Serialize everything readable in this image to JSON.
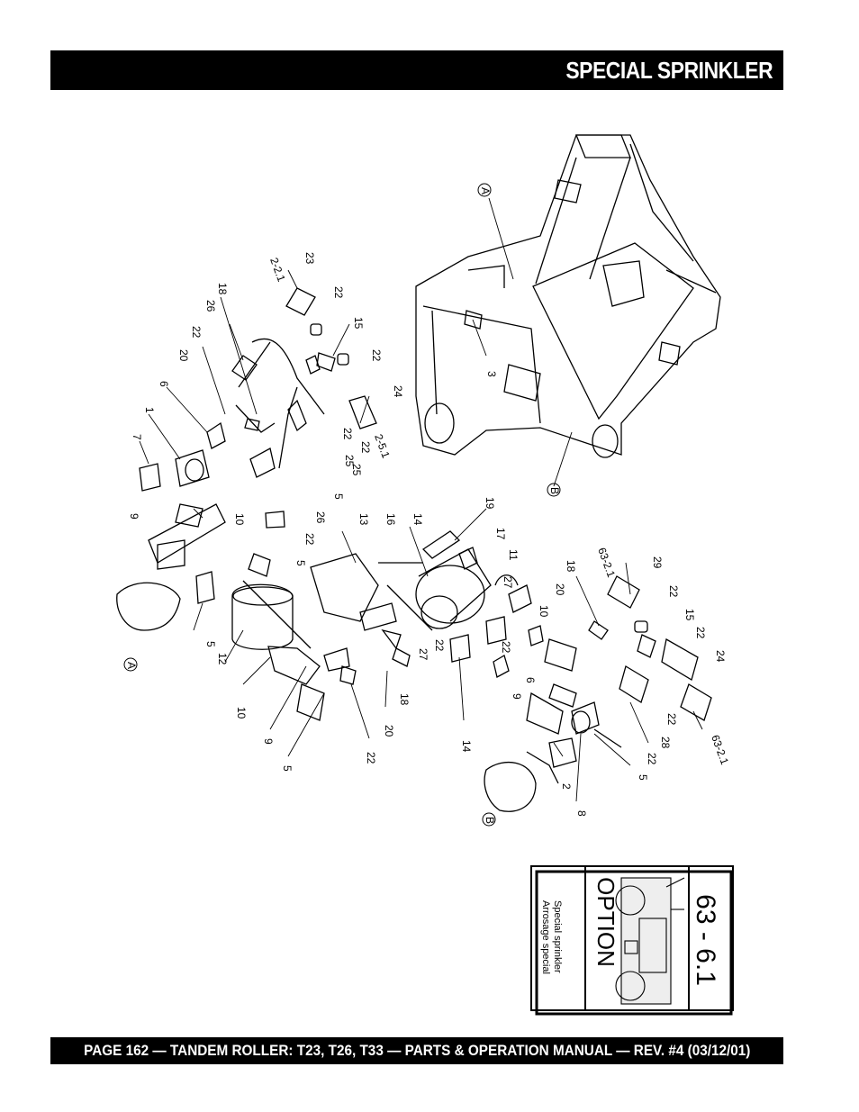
{
  "header": {
    "title": "SPECIAL SPRINKLER"
  },
  "footer": {
    "text": "PAGE 162 — TANDEM ROLLER: T23, T26, T33 — PARTS & OPERATION MANUAL — REV. #4 (03/12/01)"
  },
  "ref_box": {
    "section": "63 - 6.1",
    "option": "OPTION",
    "desc_en": "Special sprinkler",
    "desc_fr": "Arrosage special"
  },
  "callouts": {
    "c23": "23",
    "c221": "2-2.1",
    "c22a": "22",
    "c15a": "15",
    "c22b": "22",
    "c24a": "24",
    "c251": "2-5.1",
    "c22c": "22",
    "c25a": "25",
    "c22d": "22",
    "c25b": "25",
    "c5a": "5",
    "c18a": "18",
    "c26a": "26",
    "c22e": "22",
    "c20a": "20",
    "c6a": "6",
    "c1": "1",
    "c7": "7",
    "c9a": "9",
    "c10a": "10",
    "c26b": "26",
    "c22f": "22",
    "c5b": "5",
    "c5c": "5",
    "c13": "13",
    "c16": "16",
    "c14a": "14",
    "c19": "19",
    "c17": "17",
    "c11": "11",
    "c12": "12",
    "c10b": "10",
    "c9b": "9",
    "c5d": "5",
    "c22g": "22",
    "c20b": "20",
    "c18b": "18",
    "c27a": "27",
    "c22h": "22",
    "c14b": "14",
    "c27b": "27",
    "c22i": "22",
    "c20c": "20",
    "c10c": "10",
    "c18c": "18",
    "c6b": "6",
    "c9c": "9",
    "c2": "2",
    "c8": "8",
    "c5e": "5",
    "c22j": "22",
    "c28": "28",
    "c22k": "22",
    "c631a": "63-2.1",
    "c29": "29",
    "c22l": "22",
    "c15b": "15",
    "c22m": "22",
    "c24b": "24",
    "c631b": "63-2.1",
    "c3": "3",
    "markA1": "A",
    "markA2": "A",
    "markB1": "B",
    "markB2": "B"
  }
}
